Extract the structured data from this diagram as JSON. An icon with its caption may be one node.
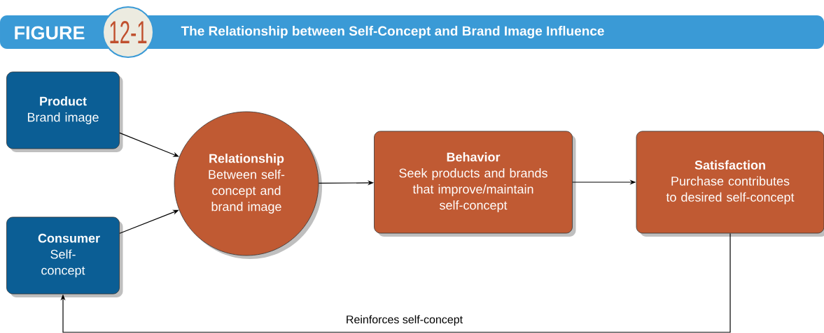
{
  "diagram": {
    "title": "The Relationship between Self-Concept and Brand Image Influence",
    "nodes": [
      {
        "text": [
          "Product",
          "Brand image"
        ]
      },
      {
        "text": [
          "Consumer",
          "Self-concept"
        ]
      },
      {
        "text": [
          "Relationship",
          "Between self-concept and brand image"
        ]
      },
      {
        "text": [
          "Behavior",
          "Seek products and brands that improve/maintain self-concept"
        ]
      },
      {
        "text": [
          "Satisfaction",
          "Purchase contributes to desired self-concept"
        ]
      }
    ],
    "edges": [
      {
        "from": 0,
        "to": 2,
        "arrow": "to"
      },
      {
        "from": 1,
        "to": 2,
        "arrow": "to"
      },
      {
        "from": 2,
        "to": 3,
        "arrow": "to"
      },
      {
        "from": 3,
        "to": 4,
        "arrow": "to"
      },
      {
        "from": 4,
        "to": 1,
        "arrow": "to",
        "label": "Reinforces self-concept"
      }
    ],
    "labels": [
      "FIGURE",
      "12-1"
    ]
  }
}
